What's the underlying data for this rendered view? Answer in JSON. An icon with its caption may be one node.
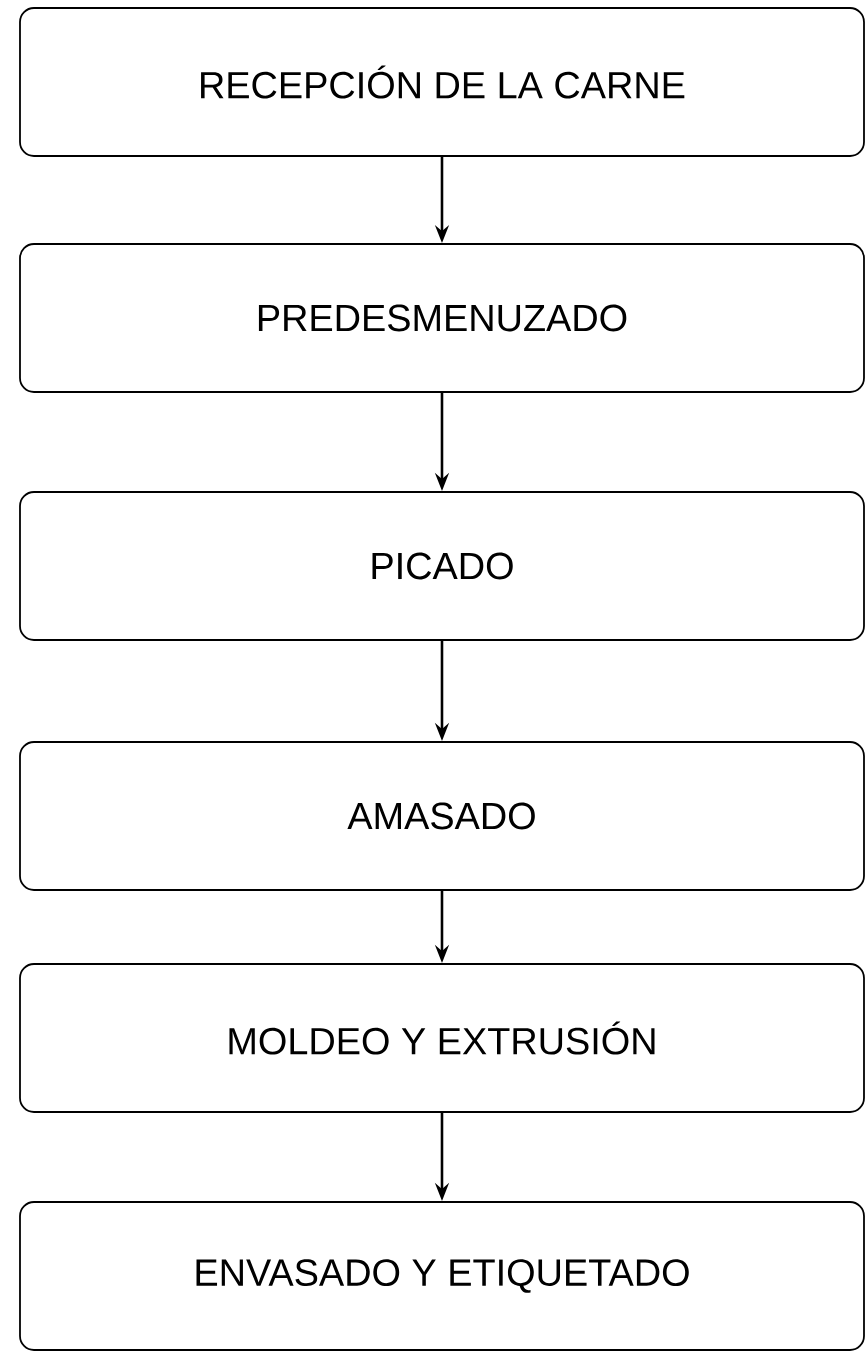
{
  "diagram": {
    "nodes": [
      {
        "text": [
          "RECEPCIÓN DE LA CARNE"
        ]
      },
      {
        "text": [
          "PREDESMENUZADO"
        ]
      },
      {
        "text": [
          "PICADO"
        ]
      },
      {
        "text": [
          "AMASADO"
        ]
      },
      {
        "text": [
          "MOLDEO Y EXTRUSIÓN"
        ]
      },
      {
        "text": [
          "ENVASADO Y ETIQUETADO"
        ]
      }
    ],
    "edges": [
      {
        "from": 0,
        "to": 1,
        "arrow": "to"
      },
      {
        "from": 1,
        "to": 2,
        "arrow": "to"
      },
      {
        "from": 2,
        "to": 3,
        "arrow": "to"
      },
      {
        "from": 3,
        "to": 4,
        "arrow": "to"
      },
      {
        "from": 4,
        "to": 5,
        "arrow": "to"
      }
    ]
  }
}
